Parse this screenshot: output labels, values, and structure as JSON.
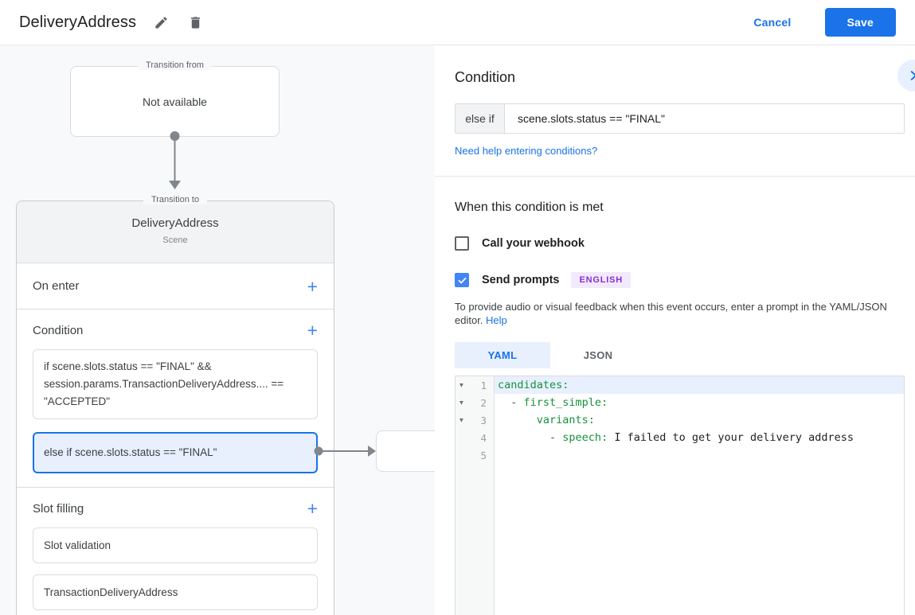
{
  "header": {
    "title": "DeliveryAddress",
    "cancel_label": "Cancel",
    "save_label": "Save"
  },
  "canvas": {
    "transition_from": {
      "legend": "Transition from",
      "content": "Not available"
    },
    "transition_to": {
      "legend": "Transition to",
      "name": "DeliveryAddress",
      "type": "Scene"
    },
    "on_enter": {
      "label": "On enter"
    },
    "condition": {
      "label": "Condition",
      "items": [
        {
          "text": "if scene.slots.status == \"FINAL\" && session.params.TransactionDeliveryAddress.... == \"ACCEPTED\"",
          "selected": false
        },
        {
          "text": "else if scene.slots.status == \"FINAL\"",
          "selected": true
        }
      ]
    },
    "slot_filling": {
      "label": "Slot filling",
      "items": [
        {
          "label": "Slot validation"
        },
        {
          "label": "TransactionDeliveryAddress"
        }
      ]
    }
  },
  "panel": {
    "title": "Condition",
    "condition_row": {
      "operator": "else if",
      "expression": "scene.slots.status == \"FINAL\""
    },
    "help_link": "Need help entering conditions?",
    "when_met": {
      "title": "When this condition is met",
      "webhook": {
        "label": "Call your webhook",
        "checked": false
      },
      "prompts": {
        "label": "Send prompts",
        "checked": true,
        "badge": "ENGLISH"
      },
      "description": "To provide audio or visual feedback when this event occurs, enter a prompt in the YAML/JSON editor.",
      "help_label": "Help"
    },
    "editor": {
      "tabs": [
        {
          "label": "YAML",
          "active": true
        },
        {
          "label": "JSON",
          "active": false
        }
      ],
      "lines": [
        {
          "num": 1,
          "fold": true,
          "highlight": true,
          "tokens": [
            {
              "type": "key",
              "text": "candidates:"
            }
          ]
        },
        {
          "num": 2,
          "fold": true,
          "tokens": [
            {
              "type": "plain",
              "text": "  "
            },
            {
              "type": "meta",
              "text": "- "
            },
            {
              "type": "key",
              "text": "first_simple:"
            }
          ]
        },
        {
          "num": 3,
          "fold": true,
          "tokens": [
            {
              "type": "plain",
              "text": "      "
            },
            {
              "type": "key",
              "text": "variants:"
            }
          ]
        },
        {
          "num": 4,
          "tokens": [
            {
              "type": "plain",
              "text": "        "
            },
            {
              "type": "meta",
              "text": "- "
            },
            {
              "type": "key",
              "text": "speech:"
            },
            {
              "type": "plain",
              "text": " I failed to get your delivery address"
            }
          ]
        },
        {
          "num": 5,
          "tokens": []
        }
      ]
    }
  },
  "colors": {
    "accent_blue": "#1a73e8",
    "checkbox_blue": "#4285f4",
    "selection_blue": "#e8f0fe",
    "badge_bg": "#f2e9fc",
    "badge_text": "#8430ce",
    "code_key_green": "#17913e",
    "code_meta_gray": "#555555",
    "canvas_bg": "#f8f9fa"
  }
}
